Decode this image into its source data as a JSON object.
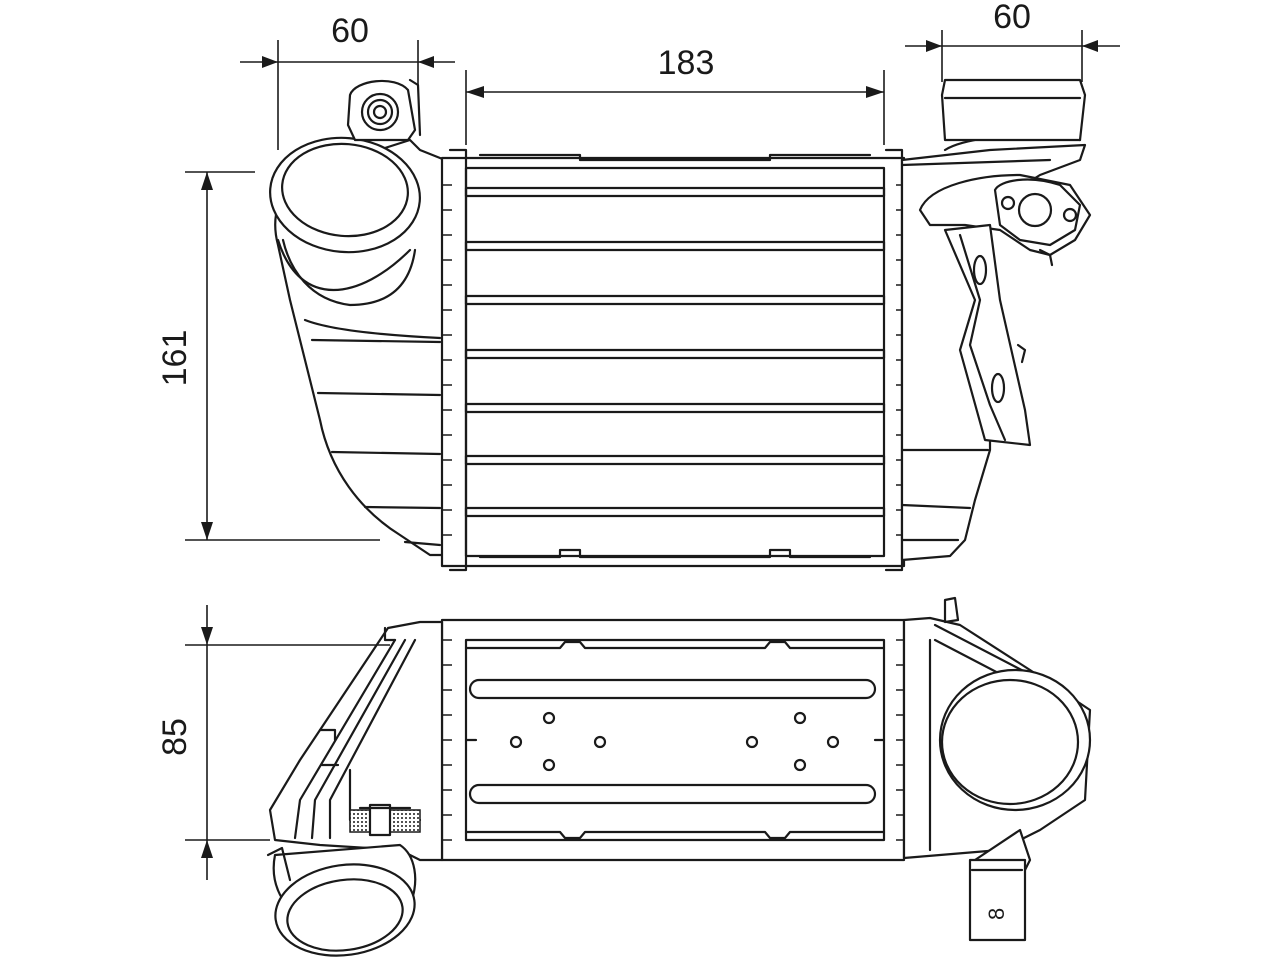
{
  "dimensions": {
    "top_left_width": "60",
    "core_width": "183",
    "top_right_width": "60",
    "height": "161",
    "depth": "85"
  }
}
